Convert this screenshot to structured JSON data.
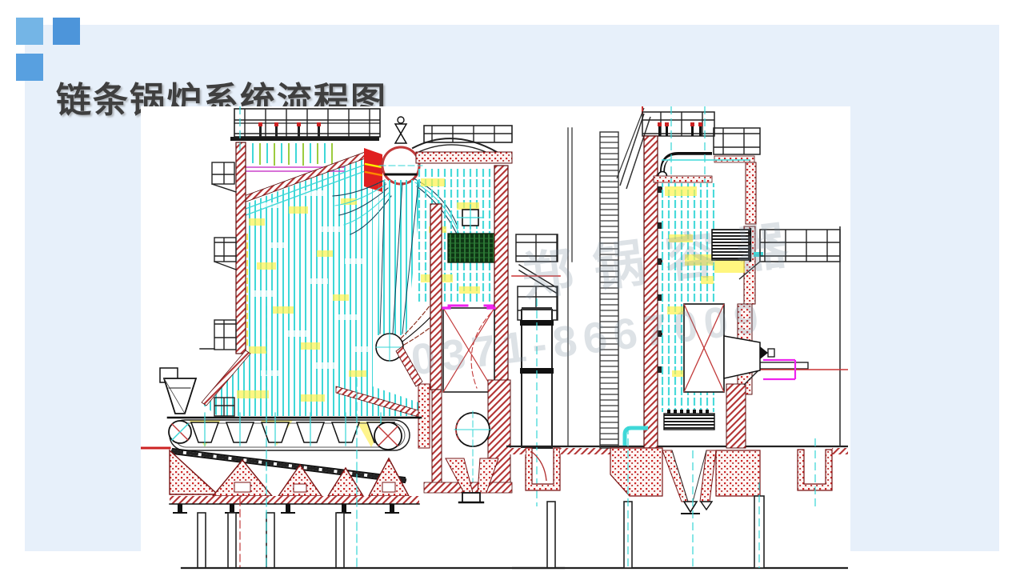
{
  "slide": {
    "title": "链条锅炉系统流程图",
    "background_color": "#FFFFFF",
    "panel_color": "#E7F0FA",
    "title_color": "#3F3F3F",
    "square_colors": [
      "#74B5E6",
      "#4D95DA",
      "#58A0E0"
    ]
  },
  "watermark": {
    "line1": "郑锅容器",
    "line2": "0371-8667009"
  },
  "diagram": {
    "content": "chain-grate boiler two-view CAD cross-section",
    "colors": {
      "tube_cyan": "#3FD8D8",
      "wall_hatch_red": "#B33333",
      "stipple_red": "#D02525",
      "highlight_yellow": "#FFF34D",
      "superheater_green": "#3F9D4A",
      "accent_magenta": "#CC44CC",
      "line_black": "#1A1A1A",
      "watermark_gray": "#7D8E9E"
    }
  }
}
